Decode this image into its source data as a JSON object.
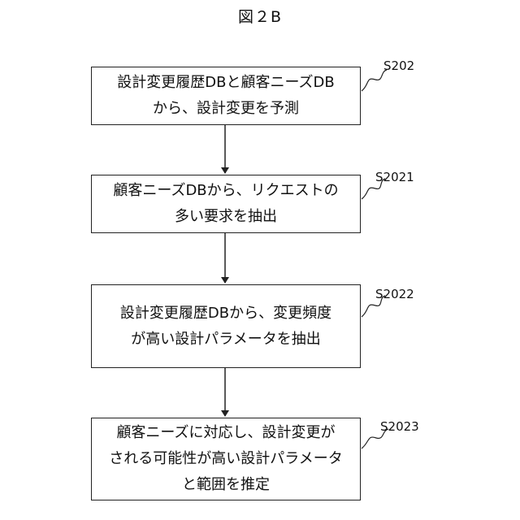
{
  "figure": {
    "title": "図２B"
  },
  "steps": [
    {
      "id": "S202",
      "lines": [
        "設計変更履歴DBと顧客ニーズDB",
        "から、設計変更を予測"
      ]
    },
    {
      "id": "S2021",
      "lines": [
        "顧客ニーズDBから、リクエストの",
        "多い要求を抽出"
      ]
    },
    {
      "id": "S2022",
      "lines": [
        "設計変更履歴DBから、変更頻度",
        "が高い設計パラメータを抽出"
      ]
    },
    {
      "id": "S2023",
      "lines": [
        "顧客ニーズに対応し、設計変更が",
        "される可能性が高い設計パラメータ",
        "と範囲を推定"
      ]
    }
  ]
}
